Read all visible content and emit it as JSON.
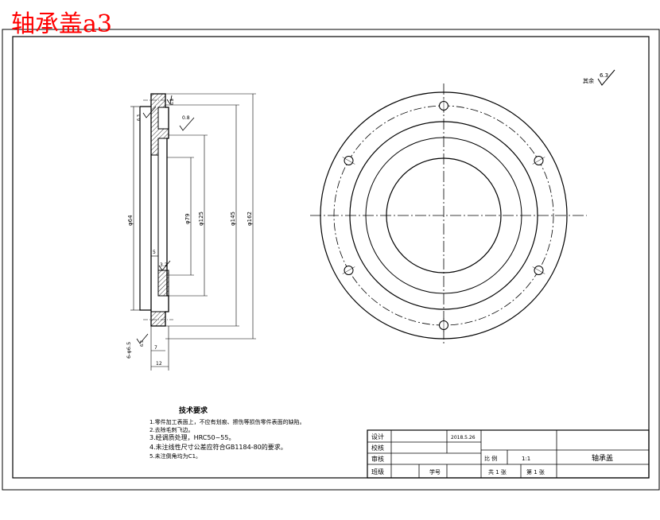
{
  "heading": "轴承盖a3",
  "colors": {
    "heading": "#ff0000",
    "line": "#000000",
    "paper": "#ffffff"
  },
  "roughness_note": {
    "prefix": "其余",
    "value": "6.3"
  },
  "section_view": {
    "dimensions": {
      "d1": "φ162",
      "d2": "φ145",
      "d3": "φ125",
      "d4": "φ79",
      "d5": "φ64",
      "width": "12",
      "step1": "7",
      "step2": "5",
      "holes": "6-φ6.5"
    },
    "roughness": [
      "0.8",
      "6.3",
      "6.3",
      "3.2",
      "6.3"
    ]
  },
  "requirements": {
    "title": "技术要求",
    "items": [
      "1.零件加工表面上，不应有划痕、擦伤等损伤零件表面的缺陷。",
      "2.去除毛刺飞边。",
      "3.经调质处理，HRC50~55。",
      "4.未注线性尺寸公差应符合GB1184-80的要求。",
      "5.未注倒角均为C1。"
    ]
  },
  "title_block": {
    "design_label": "设计",
    "date": "2018.5.26",
    "check_label": "校核",
    "review_label": "审核",
    "class_label": "班级",
    "student_no_label": "学号",
    "scale_label": "比 例",
    "scale": "1:1",
    "part_name": "轴承盖",
    "total_sheets": "共 1 张",
    "sheet_no": "第 1 张"
  }
}
